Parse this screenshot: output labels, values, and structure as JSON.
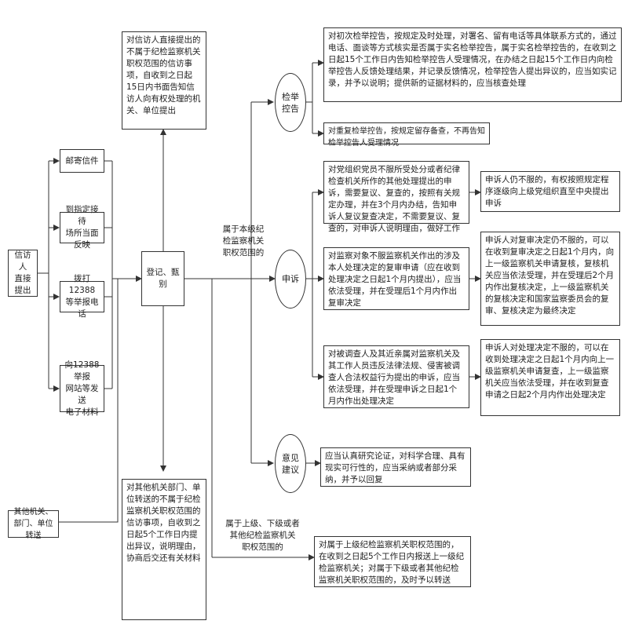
{
  "nodes": {
    "petitioner": "信访人\n直接提出",
    "other_agencies": "其他机关、\n部门、单位转送",
    "channel_mail": "邮寄信件",
    "channel_visit": "到指定接待\n场所当面反映",
    "channel_phone": "拨打12388\n等举报电话",
    "channel_online": "向12388举报\n网站等发送\n电子材料",
    "register": "登记、甄别",
    "top_note": "对信访人直接提出的不属于纪检监察机关职权范围的信访事项，自收到之日起15日内书面告知信访人向有权处理的机关、单位提出",
    "bottom_note": "对其他机关部门、单位转送的不属于纪检监察机关职权范围的信访事项，自收到之日起5个工作日内提出异议，说明理由，协商后交还有关材料",
    "circle_report": "检举\n控告",
    "circle_appeal": "申诉",
    "circle_opinion": "意见\n建议",
    "report_real": "对初次检举控告，按规定及时处理，对署名、留有电话等具体联系方式的，通过电话、面谈等方式核实是否属于实名检举控告，属于实名检举控告的，在收到之日起15个工作日内告知检举控告人受理情况，在办结之日起15个工作日内向检举控告人反馈处理结果，并记录反馈情况，检举控告人提出异议的，应当如实记录，并予以说明；提供新的证据材料的，应当核查处理",
    "report_repeat": "对重复检举控告，按规定留存备查，不再告知检举控告人受理情况",
    "appeal_1": "对党组织党员不服所受处分或者纪律检查机关所作的其他处理提出的申诉，需要复议、复查的，按照有关规定办理，并在3个月内办结，告知申诉人复议复查决定，不需要复议、复查的，对申诉人说明理由，做好工作",
    "appeal_2": "对监察对象不服监察机关作出的涉及本人处理决定的复审申请（应在收到处理决定之日起1个月内提出），应当依法受理，并在受理后1个月内作出复审决定",
    "appeal_3": "对被调查人及其近亲属对监察机关及其工作人员违反法律法规、侵害被调查人合法权益行为提出的申诉，应当依法受理，并在受理申诉之日起1个月内作出处理决定",
    "appeal_1r": "申诉人仍不服的，有权按照规定程序逐级向上级党组织直至中央提出申诉",
    "appeal_2r": "申诉人对复审决定仍不服的，可以在收到复审决定之日起1个月内，向上一级监察机关申请复核，复核机关应当依法受理，并在受理后2个月内作出复核决定，上一级监察机关的复核决定和国家监察委员会的复审、复核决定为最终决定",
    "appeal_3r": "申诉人对处理决定不服的，可以在收到处理决定之日起1个月内向上一级监察机关申请复查，上一级监察机关应当依法受理，并在收到复查申请之日起2个月内作出处理决定",
    "opinion": "应当认真研究论证，对科学合理、具有现实可行性的，应当采纳或者部分采纳，并予以回复",
    "higher_lower_box": "对属于上级纪检监察机关职权范围的，在收到之日起5个工作日内报送上一级纪检监察机关；对属于下级或者其他纪检监察机关职权范围的，及时予以转送"
  },
  "labels": {
    "this_level": "属于本级纪\n检监察机关\n职权范围的",
    "other_level": "属于上级、下级或者\n其他纪检监察机关\n职权范围的"
  }
}
